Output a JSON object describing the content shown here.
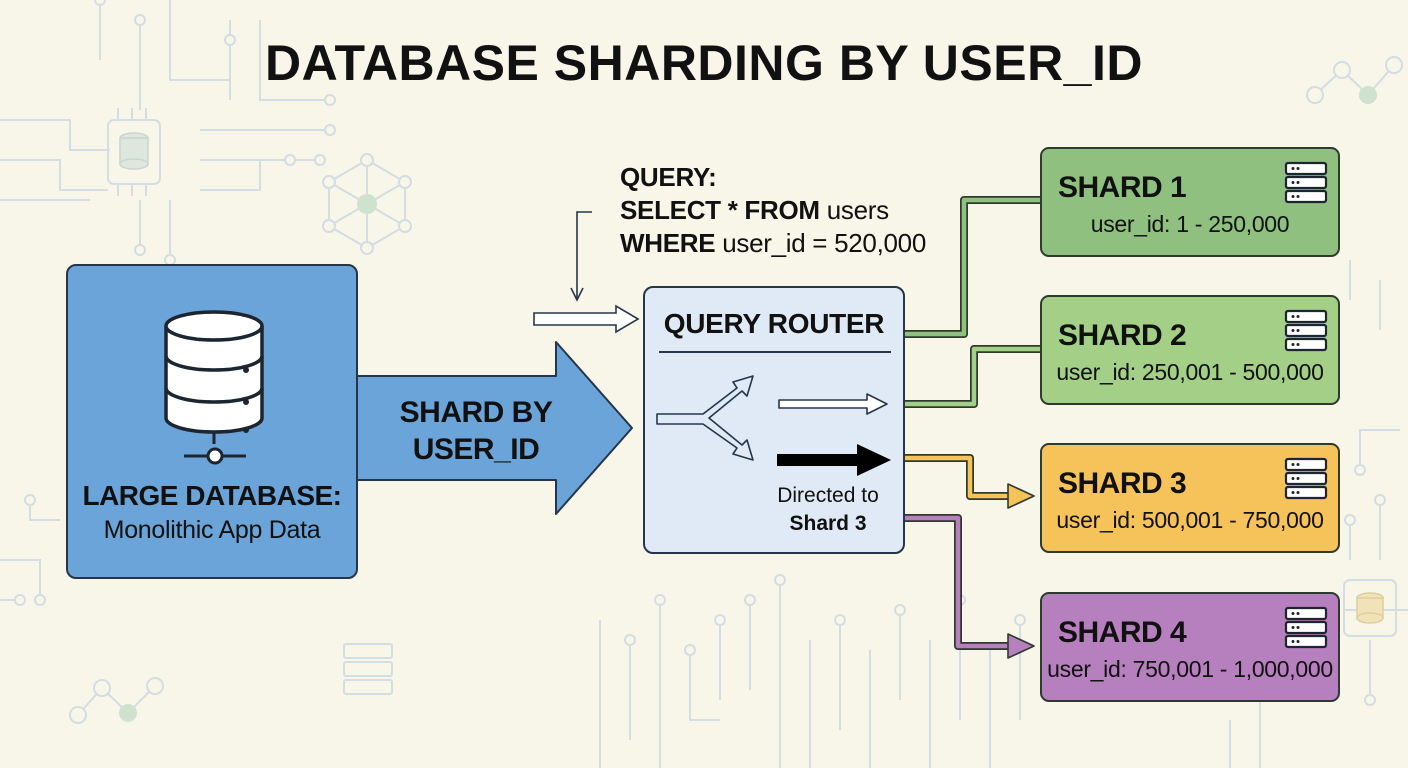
{
  "title": "DATABASE SHARDING BY USER_ID",
  "source_db": {
    "title": "LARGE DATABASE:",
    "subtitle": "Monolithic App Data",
    "icon": "database-icon"
  },
  "shard_arrow": {
    "line1": "SHARD BY",
    "line2": "USER_ID"
  },
  "query": {
    "line1": "QUERY:",
    "line2_kw": "SELECT * FROM",
    "line2_rest": " users",
    "line3_kw": "WHERE",
    "line3_rest": " user_id = 520,000"
  },
  "router": {
    "title": "QUERY ROUTER",
    "directed_line1": "Directed to",
    "directed_line2": "Shard 3"
  },
  "shards": [
    {
      "title": "SHARD 1",
      "range": "user_id: 1 - 250,000",
      "color": "#8fc07f",
      "wire_color": "#6ea761"
    },
    {
      "title": "SHARD 2",
      "range": "user_id: 250,001 - 500,000",
      "color": "#a4cf86",
      "wire_color": "#6ea761"
    },
    {
      "title": "SHARD 3",
      "range": "user_id: 500,001 - 750,000",
      "color": "#f6c25a",
      "wire_color": "#e7b44a"
    },
    {
      "title": "SHARD 4",
      "range": "user_id: 750,001 - 1,000,000",
      "color": "#b67fbd",
      "wire_color": "#9a5fa5"
    }
  ],
  "colors": {
    "background": "#f8f5e9",
    "database_box": "#6ba4d8",
    "shard_arrow": "#6ba4d8",
    "router_box": "#dfeaf6"
  }
}
